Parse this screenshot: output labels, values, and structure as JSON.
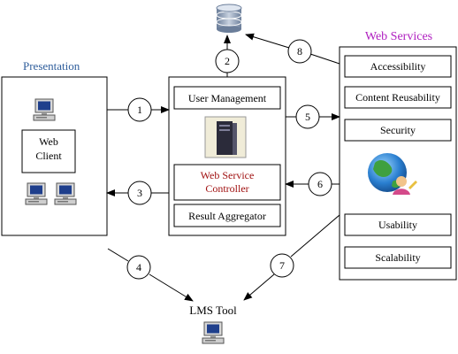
{
  "presentation": {
    "title": "Presentation",
    "web_client_line1": "Web",
    "web_client_line2": "Client"
  },
  "controller": {
    "user_management": "User Management",
    "wsc_line1": "Web Service",
    "wsc_line2": "Controller",
    "result_aggregator": "Result Aggregator"
  },
  "web_services": {
    "title": "Web Services",
    "items": [
      "Accessibility",
      "Content Reusability",
      "Security",
      "Usability",
      "Scalability"
    ]
  },
  "lms_tool": "LMS Tool",
  "steps": [
    "1",
    "2",
    "3",
    "4",
    "5",
    "6",
    "7",
    "8"
  ],
  "colors": {
    "presentation_title": "#2e5d9b",
    "web_services_title": "#b020c0",
    "controller_text": "#a01010"
  },
  "icons": [
    "database-icon",
    "computer-icon",
    "server-icon",
    "globe-user-icon"
  ]
}
